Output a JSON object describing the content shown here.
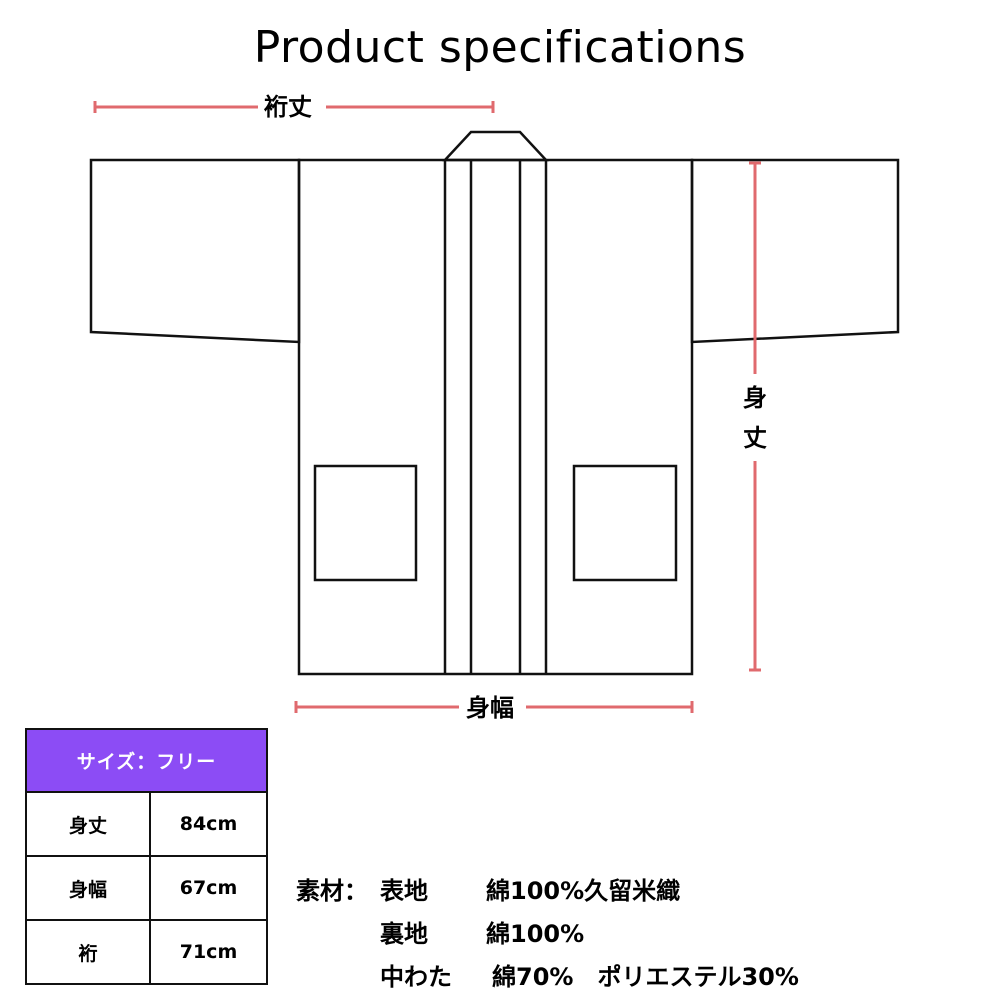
{
  "title": "Product specifications",
  "dimensions": {
    "sleeve_length_label": "裄丈",
    "body_length_label_top": "身",
    "body_length_label_bottom": "丈",
    "body_width_label": "身幅"
  },
  "colors": {
    "dimension_line": "#e06a6e",
    "outline": "#111111",
    "table_header_bg": "#8c4cf5",
    "table_header_text": "#ffffff"
  },
  "size_table": {
    "header": "サイズ：フリー",
    "rows": [
      {
        "label": "身丈",
        "value": "84cm"
      },
      {
        "label": "身幅",
        "value": "67cm"
      },
      {
        "label": "裄",
        "value": "71cm"
      }
    ]
  },
  "materials": {
    "prefix": "素材：",
    "items": [
      {
        "part": "表地",
        "value": "綿100%久留米織"
      },
      {
        "part": "裏地",
        "value": "綿100%"
      },
      {
        "part": "中わた",
        "value": "綿70%　ポリエステル30%"
      }
    ]
  }
}
